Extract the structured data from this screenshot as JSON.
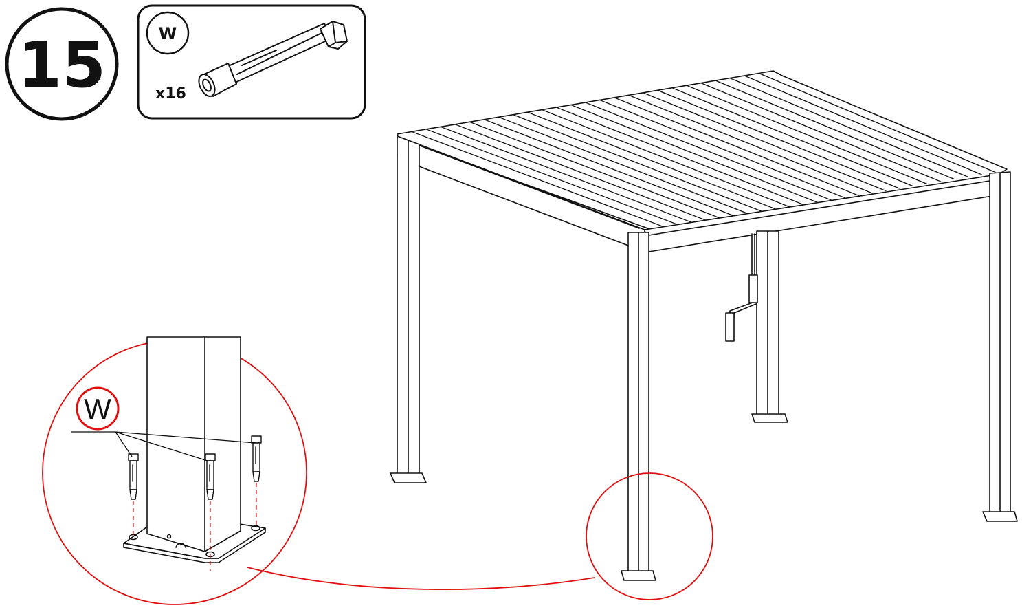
{
  "step": {
    "number": "15"
  },
  "part_box": {
    "letter": "W",
    "quantity": "x16"
  },
  "detail_callout": {
    "letter": "W"
  },
  "colors": {
    "ink": "#111111",
    "highlight": "#e01010",
    "background": "#ffffff"
  },
  "icons": [
    "step-number-circle",
    "expansion-anchor-bolt-icon",
    "pergola-drawing",
    "detail-magnifier-circle"
  ]
}
